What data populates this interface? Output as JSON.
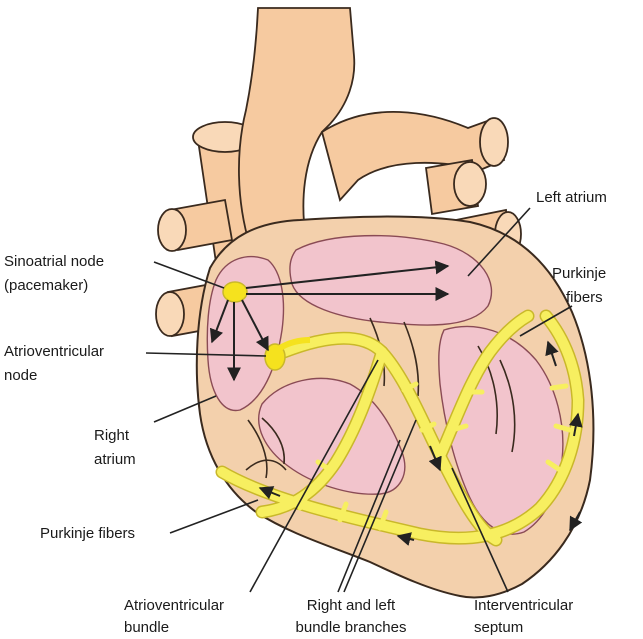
{
  "colors": {
    "vessel": "#f6caa0",
    "vessel_stroke": "#3a2a1e",
    "myocardium": "#f3d0ac",
    "chamber": "#f2c4cc",
    "chamber_inner": "#ecb2bd",
    "conduction": "#f7ef60",
    "conduction_edge": "#c9b82a",
    "node": "#f5e21e",
    "line": "#222222"
  },
  "labels": {
    "left_atrium": "Left atrium",
    "sa_node_1": "Sinoatrial node",
    "sa_node_2": "(pacemaker)",
    "purkinje_right_1": "Purkinje",
    "purkinje_right_2": "fibers",
    "av_node_1": "Atrioventricular",
    "av_node_2": "node",
    "right_atrium_1": "Right",
    "right_atrium_2": "atrium",
    "purkinje_left": "Purkinje fibers",
    "av_bundle_1": "Atrioventricular",
    "av_bundle_2": "bundle",
    "bundle_branches_1": "Right and left",
    "bundle_branches_2": "bundle branches",
    "septum_1": "Interventricular",
    "septum_2": "septum"
  }
}
